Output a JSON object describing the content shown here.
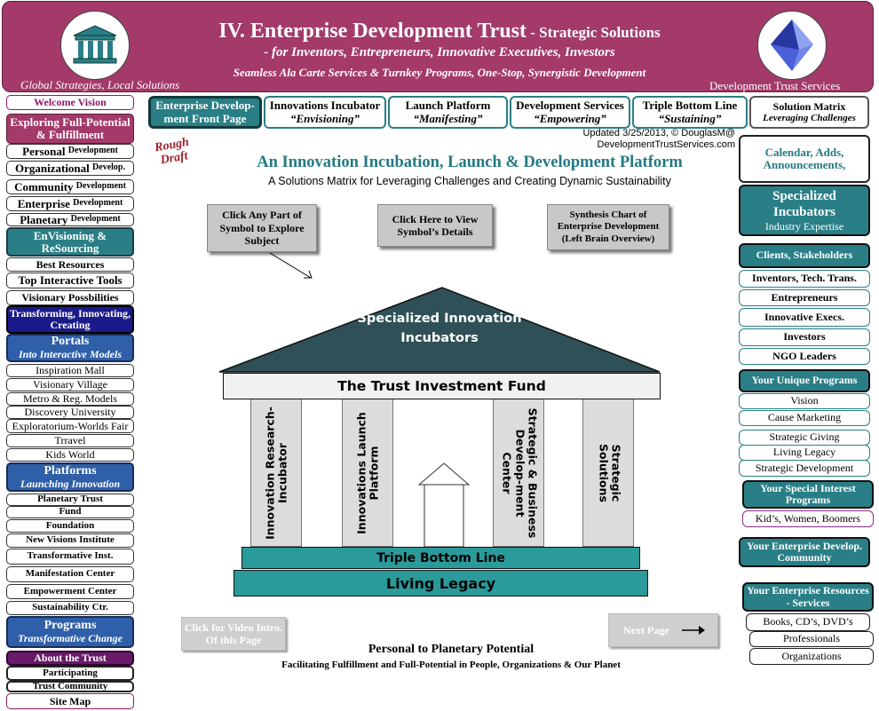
{
  "header": {
    "title": "IV. Enterprise Development Trust",
    "title_suffix": " - Strategic Solutions",
    "subtitle": "- for Inventors, Entrepreneurs, Innovative Executives, Investors",
    "tagline": "Seamless Ala Carte Services & Turnkey Programs, One-Stop, Synergistic Development",
    "left_caption": "Global Strategies, Local Solutions",
    "right_caption": "Development Trust Services",
    "logo_left_icon": "building-columns-icon",
    "logo_right_icon": "blue-octahedron-icon"
  },
  "left_nav": {
    "welcome": "Welcome Vision",
    "exploring": "Exploring Full-Potential & Fulfillment",
    "personal": "Personal",
    "personal_sub": "Development",
    "organizational": "Organizational",
    "organizational_sub": "Develop.",
    "community": "Community",
    "community_sub": "Development",
    "enterprise": "Enterprise",
    "enterprise_sub": "Development",
    "planetary": "Planetary",
    "planetary_sub": "Development",
    "envisioning": "EnVisioning & ReSourcing",
    "best_resources": "Best Resources",
    "top_tools": "Top Interactive Tools",
    "visionary_possibilities": "Visionary Possbilities",
    "transforming": "Transforming, Innovating, Creating",
    "portals": "Portals",
    "portals_sub": "Into Interactive Models",
    "inspiration_mall": "Inspiration Mall",
    "visionary_village": "Visionary Village",
    "metro_models": "Metro & Reg. Models",
    "discovery_university": "Discovery University",
    "exploratorium": "Exploratorium-Worlds Fair",
    "travel": "Trravel",
    "kids_world": "Kids World",
    "platforms": "Platforms",
    "platforms_sub": "Launching Innovation",
    "planetary_trust": "Planetary Trust",
    "fund": "Fund",
    "foundation": "Foundation",
    "new_visions": "New Visions Institute",
    "transformative_inst": "Transformative Inst.",
    "manifestation_center": "Manifestation Center",
    "empowerment_center": "Empowerment Center",
    "sustainability_ctr": "Sustainability Ctr.",
    "programs": "Programs",
    "programs_sub": "Transformative Change",
    "about_trust": "About the Trust",
    "participating": "Participating",
    "trust_community": "Trust Community",
    "site_map": "Site Map"
  },
  "tabs": [
    {
      "title": "Enterprise Develop-ment Front Page",
      "sub": ""
    },
    {
      "title": "Innovations Incubator",
      "sub": "“Envisioning”"
    },
    {
      "title": "Launch Platform",
      "sub": "“Manifesting”"
    },
    {
      "title": "Development Services",
      "sub": "“Empowering”"
    },
    {
      "title": "Triple Bottom Line",
      "sub": "“Sustaining”"
    },
    {
      "title": "Solution Matrix",
      "sub": "Leveraging Challenges"
    }
  ],
  "main": {
    "rough_draft": "Rough Draft",
    "updated": "Updated 3/25/2013, © DouglasM@",
    "site": "DevelopmentTrustServices.com",
    "heading": "An Innovation Incubation, Launch & Development Platform",
    "subheading": "A Solutions Matrix for Leveraging Challenges and Creating Dynamic Sustainability",
    "btn_click_any": "Click Any Part of Symbol to Explore Subject",
    "btn_click_here": "Click Here to View Symbol’s Details",
    "btn_synthesis": "Synthesis Chart of Enterprise Development (Left Brain Overview)",
    "roof_label": "Specialized Innovation Incubators",
    "beam_label": "The Trust Investment Fund",
    "pillar1": "Innovation Research-Incubator",
    "pillar2": "Innovations Launch Platform",
    "pillar3": "Strategic & Business Develop-ment Center",
    "pillar4": "Strategic Solutions",
    "base1": "Triple Bottom Line",
    "base2": "Living Legacy",
    "btn_video": "Click for Video Intro. Of this Page",
    "btn_next": "Next Page",
    "next_arrow_icon": "right-arrow-icon",
    "footer_title": "Personal to Planetary Potential",
    "footer_sub": "Facilitating Fulfillment and Full-Potential in People, Organizations & Our Planet"
  },
  "right_nav": {
    "calendar": "Calendar, Adds, Announcements,",
    "specialized": "Specialized Incubators",
    "specialized_sub": "Industry Expertise",
    "clients": "Clients, Stakeholders",
    "inventors": "Inventors, Tech. Trans.",
    "entrepreneurs": "Entrepreneurs",
    "innovative_execs": "Innovative Execs.",
    "investors": "Investors",
    "ngo": "NGO Leaders",
    "unique_programs": "Your Unique Programs",
    "vision": "Vision",
    "cause_marketing": "Cause Marketing",
    "strategic_giving": "Strategic Giving",
    "living_legacy": "Living Legacy",
    "strategic_dev": "Strategic Development",
    "special_interest": "Your Special Interest Programs",
    "kids_women": "Kid’s, Women, Boomers",
    "enterprise_community": "Your Enterprise Develop. Community",
    "enterprise_resources": "Your Enterprise Resources - Services",
    "books": "Books, CD’s, DVD’s",
    "professionals": "Professionals",
    "organizations": "Organizations"
  }
}
